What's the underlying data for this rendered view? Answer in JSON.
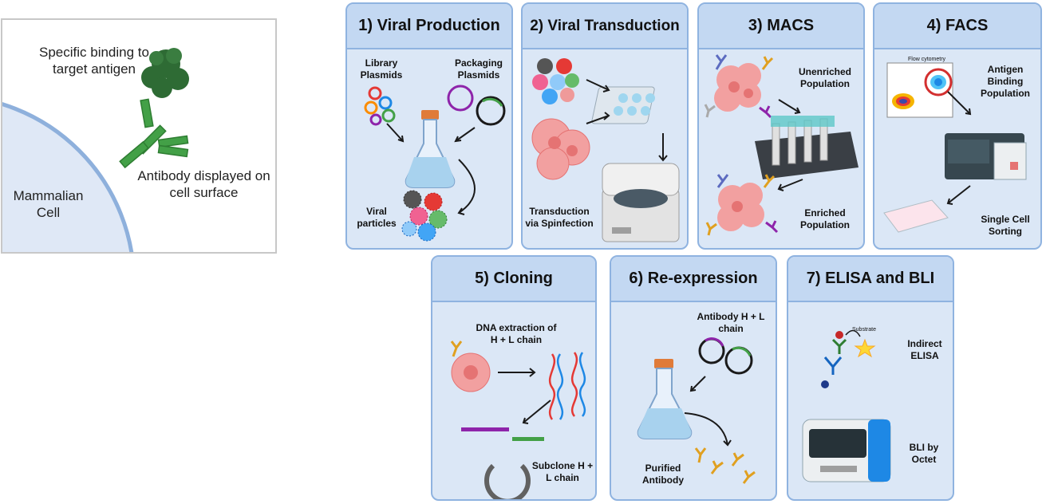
{
  "intro": {
    "specific_binding": "Specific binding to target antigen",
    "antibody_displayed": "Antibody displayed on cell surface",
    "mammalian_cell": "Mammalian Cell"
  },
  "panels": [
    {
      "title": "1) Viral Production",
      "labels": {
        "library": "Library Plasmids",
        "packaging": "Packaging Plasmids",
        "viral": "Viral particles"
      }
    },
    {
      "title": "2) Viral Transduction",
      "labels": {
        "transduction": "Transduction via Spinfection"
      }
    },
    {
      "title": "3) MACS",
      "labels": {
        "unenriched": "Unenriched Population",
        "enriched": "Enriched Population"
      }
    },
    {
      "title": "4) FACS",
      "labels": {
        "plot_title": "Flow cytometry",
        "antigen": "Antigen Binding Population",
        "single": "Single Cell Sorting"
      }
    },
    {
      "title": "5) Cloning",
      "labels": {
        "dna": "DNA extraction of H + L chain",
        "subclone": "Subclone H + L chain"
      }
    },
    {
      "title": "6) Re-expression",
      "labels": {
        "antibody": "Antibody H + L chain",
        "purified": "Purified Antibody"
      }
    },
    {
      "title": "7) ELISA and BLI",
      "labels": {
        "substrate": "Substrate",
        "indirect": "Indirect ELISA",
        "bli": "BLI by Octet"
      }
    }
  ],
  "colors": {
    "panel_bg": "#dbe7f6",
    "panel_title": "#c3d8f2",
    "panel_border": "#8fb3e0",
    "antibody": "#3a9a3c",
    "cell": "#f2a0a0",
    "antigen": "#2d6b35"
  }
}
